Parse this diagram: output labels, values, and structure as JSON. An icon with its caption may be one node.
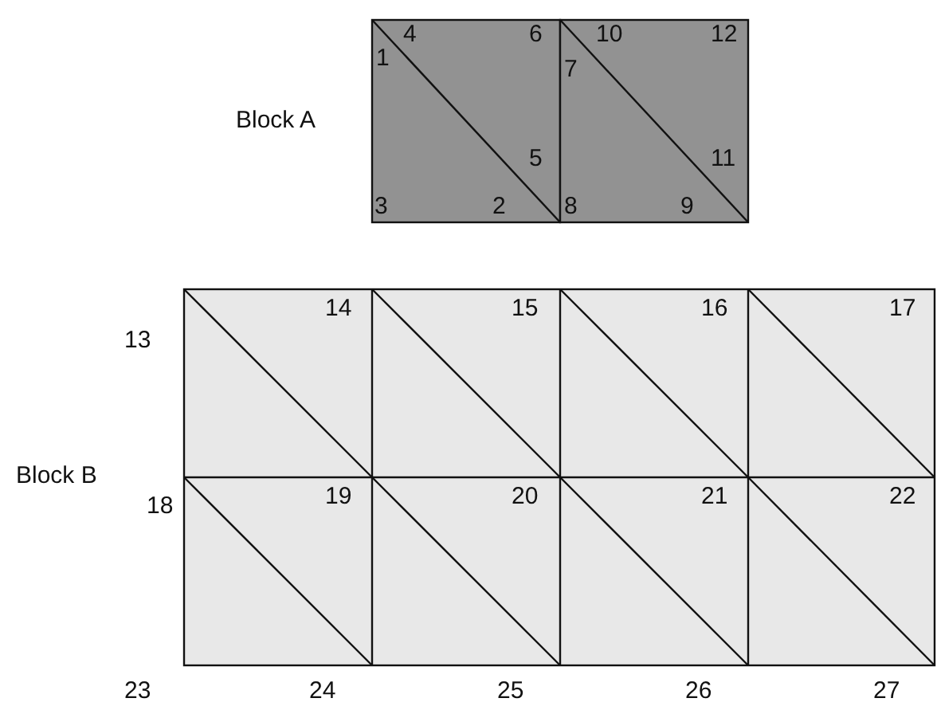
{
  "diagram": {
    "labels": [
      "4",
      "6",
      "10",
      "12",
      "1",
      "7",
      "Block A",
      "5",
      "11",
      "3",
      "2",
      "8",
      "9",
      "13",
      "14",
      "15",
      "16",
      "17",
      "Block B",
      "18",
      "19",
      "20",
      "21",
      "22",
      "23",
      "24",
      "25",
      "26",
      "27"
    ]
  }
}
